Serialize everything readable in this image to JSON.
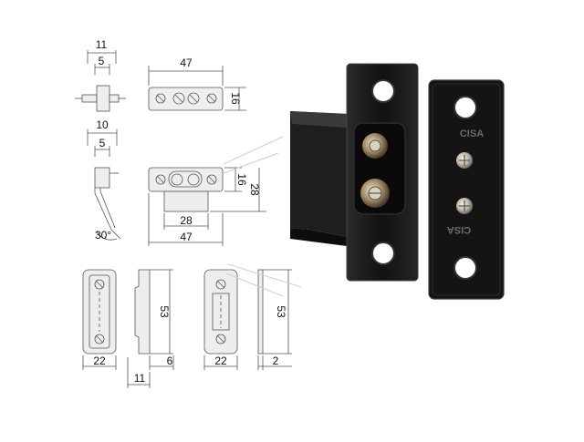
{
  "dimensions": {
    "side_top": {
      "overall_width": "11",
      "inner_width": "5"
    },
    "plate_top": {
      "length": "47",
      "height": "16"
    },
    "side_mid": {
      "overall_width": "10",
      "inner_width": "5",
      "angle": "30°"
    },
    "plate_mid": {
      "height": "16",
      "tab_height": "28",
      "tab_width": "28",
      "length": "47"
    },
    "front_left": {
      "width": "22",
      "height": "53"
    },
    "side_left": {
      "thickness": "6",
      "depth": "11"
    },
    "front_right": {
      "width": "22",
      "height": "53"
    },
    "side_right": {
      "thickness": "2"
    }
  },
  "product": {
    "brand_top": "CISA",
    "brand_bottom": "CISA"
  },
  "colors": {
    "line": "#555555",
    "part_fill": "#eeeeee",
    "metal_dark": "#1b1b1b",
    "plate_black": "#151515",
    "screw": "#c9c3b5"
  }
}
